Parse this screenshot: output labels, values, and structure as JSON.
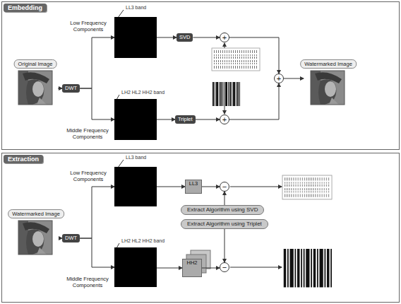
{
  "diagram": {
    "nodes": [
      {
        "text": [
          "Embedding"
        ]
      },
      {
        "text": [
          "Original Image"
        ],
        "in": 0
      },
      {
        "text": [
          "DWT"
        ],
        "in": 0
      },
      {
        "text": [
          "LL3 band",
          "Low Frequency Components"
        ],
        "in": 0
      },
      {
        "text": [
          "SVD"
        ],
        "in": 0
      },
      {
        "text": [
          "+"
        ],
        "in": 0
      },
      {
        "text": [
          "LH2 HL2 HH2 band",
          "Middle Frequency Components"
        ],
        "in": 0
      },
      {
        "text": [
          "Triplet"
        ],
        "in": 0
      },
      {
        "text": [
          "+"
        ],
        "in": 0
      },
      {
        "text": [
          "+"
        ],
        "in": 0
      },
      {
        "text": [
          "Watermarked Image"
        ],
        "in": 0
      },
      {
        "text": [
          "Extraction"
        ]
      },
      {
        "text": [
          "Watermarked Image"
        ],
        "in": 11
      },
      {
        "text": [
          "DWT"
        ],
        "in": 11
      },
      {
        "text": [
          "LL3 band",
          "Low Frequency Components"
        ],
        "in": 11
      },
      {
        "text": [
          "LL3"
        ],
        "in": 11
      },
      {
        "text": [
          "−"
        ],
        "in": 11
      },
      {
        "text": [
          "Extract Algorithm using SVD"
        ],
        "in": 11
      },
      {
        "text": [
          "Extract Algorithm using Triplet"
        ],
        "in": 11
      },
      {
        "text": [
          "LH2 HL2 HH2 band",
          "Middle Frequency Components"
        ],
        "in": 11
      },
      {
        "text": [
          "HH2"
        ],
        "in": 11
      },
      {
        "text": [
          "−"
        ],
        "in": 11
      }
    ],
    "edges": [
      {
        "from": 1,
        "to": 2,
        "arrow": "to"
      },
      {
        "from": 2,
        "to": 3,
        "arrow": "to"
      },
      {
        "from": 2,
        "to": 6,
        "arrow": "to"
      },
      {
        "from": 3,
        "to": 4,
        "arrow": "to"
      },
      {
        "from": 4,
        "to": 5,
        "arrow": "to"
      },
      {
        "from": 5,
        "to": 9,
        "arrow": "to"
      },
      {
        "from": 6,
        "to": 7,
        "arrow": "to"
      },
      {
        "from": 7,
        "to": 8,
        "arrow": "to"
      },
      {
        "from": 8,
        "to": 9,
        "arrow": "to"
      },
      {
        "from": 9,
        "to": 10,
        "arrow": "to"
      },
      {
        "from": 12,
        "to": 13,
        "arrow": "to"
      },
      {
        "from": 13,
        "to": 14,
        "arrow": "to"
      },
      {
        "from": 13,
        "to": 19,
        "arrow": "to"
      },
      {
        "from": 14,
        "to": 15,
        "arrow": "to"
      },
      {
        "from": 15,
        "to": 16,
        "arrow": "to"
      },
      {
        "from": 17,
        "to": 16,
        "arrow": "to"
      },
      {
        "from": 18,
        "to": 21,
        "arrow": "to"
      },
      {
        "from": 19,
        "to": 20,
        "arrow": "to"
      },
      {
        "from": 20,
        "to": 21,
        "arrow": "to"
      }
    ]
  }
}
